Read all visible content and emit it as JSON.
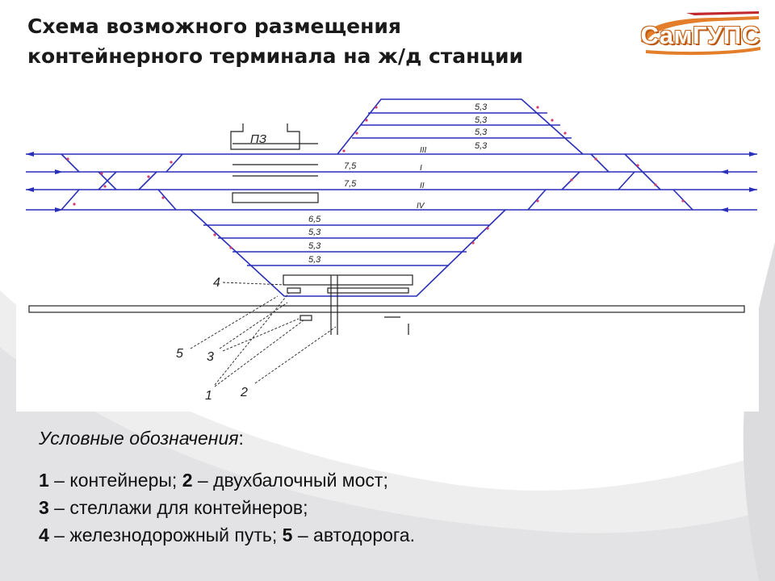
{
  "title": {
    "line1": "Схема возможного размещения",
    "line2": "контейнерного терминала на ж/д станции"
  },
  "logo": {
    "text": "СамГУПС"
  },
  "colors": {
    "track": "#2a2fb8",
    "marker": "#d23c6e",
    "ink": "#222222",
    "logo": "#e37e2a"
  },
  "diagram": {
    "building_label": "ПЗ",
    "track_lengths": [
      "5,3",
      "5,3",
      "5,3",
      "5,3",
      "7,5",
      "7,5",
      "6,5",
      "5,3",
      "5,3",
      "5,3"
    ],
    "track_numerals": [
      "III",
      "I",
      "II",
      "IV"
    ],
    "callouts": [
      "4",
      "5",
      "3",
      "1",
      "2"
    ]
  },
  "legend": {
    "heading": "Условные обозначения",
    "heading_suffix": ":",
    "items": [
      {
        "n1": "1",
        "t1": " – контейнеры; ",
        "n2": "2",
        "t2": " – двухбалочный мост;"
      },
      {
        "n1": "3",
        "t1": " – стеллажи для контейнеров;",
        "n2": "",
        "t2": ""
      },
      {
        "n1": "4",
        "t1": " – железнодорожный путь; ",
        "n2": "5",
        "t2": " – автодорога."
      }
    ]
  }
}
